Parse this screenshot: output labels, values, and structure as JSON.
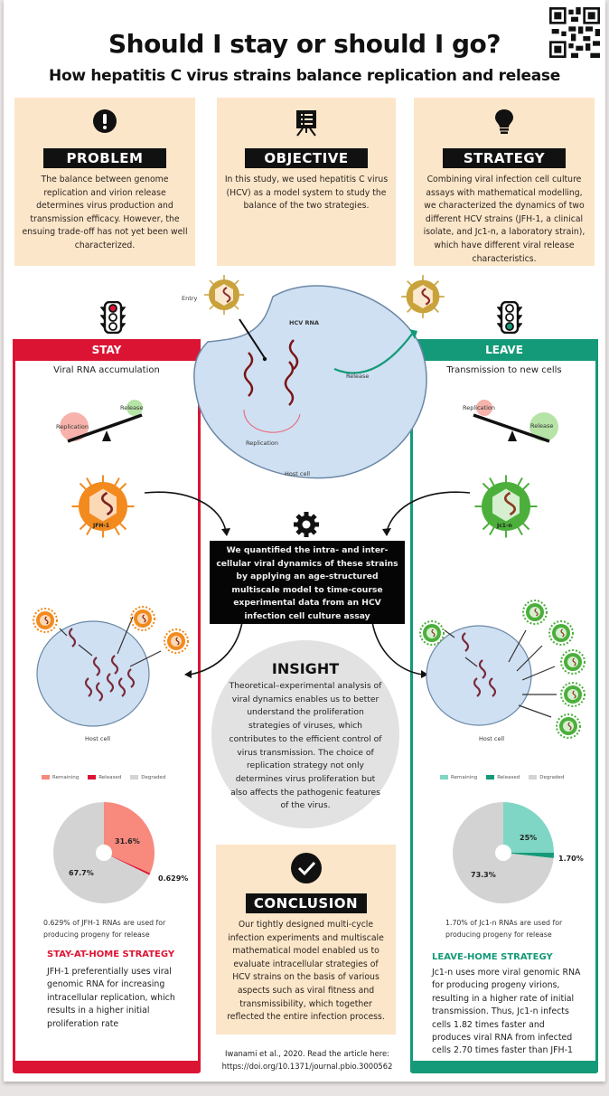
{
  "header": {
    "title": "Should I stay or should I go?",
    "subtitle": "How hepatitis C virus strains balance replication and release",
    "qr_icon": "qr-code-icon"
  },
  "cards": [
    {
      "icon": "exclamation-icon",
      "label": "PROBLEM",
      "text": "The balance between genome replication and virion release determines virus production and transmission efficacy. However, the ensuing trade-off has not yet been well characterized."
    },
    {
      "icon": "presentation-board-icon",
      "label": "OBJECTIVE",
      "text": "In this study, we used hepatitis C virus (HCV) as a model system to study the balance of the two strategies."
    },
    {
      "icon": "lightbulb-icon",
      "label": "STRATEGY",
      "text": "Combining viral infection cell culture assays with mathematical modelling, we characterized the dynamics of two different HCV strains (JFH-1, a clinical isolate, and Jc1-n, a laboratory strain), which have different viral release characteristics."
    }
  ],
  "center_cell": {
    "entry_label": "Entry",
    "rna_label": "HCV RNA",
    "release_label": "Release",
    "replication_label": "Replication",
    "host_label": "Host cell"
  },
  "stay": {
    "traffic_light": "red",
    "header": "STAY",
    "subtitle": "Viral RNA accumulation",
    "balance": {
      "heavy": "Replication",
      "light": "Release"
    },
    "strain": "JFH-1",
    "host_label": "Host cell",
    "color": "#dc1434",
    "strategy_title": "STAY-AT-HOME STRATEGY",
    "strategy_text": "JFH-1 preferentially uses viral genomic RNA for increasing intracellular replication, which results in a higher initial proliferation rate",
    "caption": "0.629% of JFH-1 RNAs are used for producing progeny for release"
  },
  "leave": {
    "traffic_light": "green",
    "header": "LEAVE",
    "subtitle": "Transmission to new cells",
    "balance": {
      "heavy": "Release",
      "light": "Replication"
    },
    "strain": "Jc1-n",
    "host_label": "Host cell",
    "color": "#149a78",
    "strategy_title": "LEAVE-HOME STRATEGY",
    "strategy_text": "Jc1-n uses more viral genomic RNA for producing progeny virions, resulting in a higher rate of initial transmission. Thus, Jc1-n infects cells 1.82 times faster and produces viral RNA from infected cells 2.70 times faster than JFH-1",
    "caption": "1.70% of Jc1-n RNAs are used for producing progeny for release"
  },
  "method": {
    "icon": "gear-icon",
    "text": "We quantified the intra- and inter-cellular viral dynamics of these strains by applying an age-structured multiscale model to time-course experimental data from an HCV infection cell culture assay"
  },
  "insight": {
    "title": "INSIGHT",
    "text": "Theoretical–experimental analysis of viral dynamics enables us to better understand the proliferation strategies of viruses, which contributes to the efficient control of virus transmission. The choice of replication strategy not only determines virus proliferation but also affects the pathogenic features of the virus."
  },
  "conclusion": {
    "icon": "checkmark-icon",
    "label": "CONCLUSION",
    "text": "Our tightly designed multi-cycle infection experiments and multiscale mathematical model enabled us to evaluate intracellular strategies of HCV strains on the basis of various aspects such as viral fitness and transmissibility, which together reflected the entire infection process."
  },
  "citation": {
    "line1": "Iwanami et al., 2020. Read the article here:",
    "line2": "https://doi.org/10.1371/journal.pbio.3000562"
  },
  "chart_data": [
    {
      "type": "pie",
      "title": "JFH-1 RNA fate",
      "legend": [
        "Remaining",
        "Released",
        "Degraded"
      ],
      "legend_position": "top",
      "values": [
        31.6,
        0.629,
        67.7
      ],
      "labels": [
        "31.6%",
        "0.629%",
        "67.7%"
      ],
      "colors": [
        "#f78a7d",
        "#dc1434",
        "#d3d3d3"
      ]
    },
    {
      "type": "pie",
      "title": "Jc1-n RNA fate",
      "legend": [
        "Remaining",
        "Released",
        "Degraded"
      ],
      "legend_position": "top",
      "values": [
        25,
        1.7,
        73.3
      ],
      "labels": [
        "25%",
        "1.70%",
        "73.3%"
      ],
      "colors": [
        "#7fd6c4",
        "#149a78",
        "#d3d3d3"
      ]
    }
  ]
}
